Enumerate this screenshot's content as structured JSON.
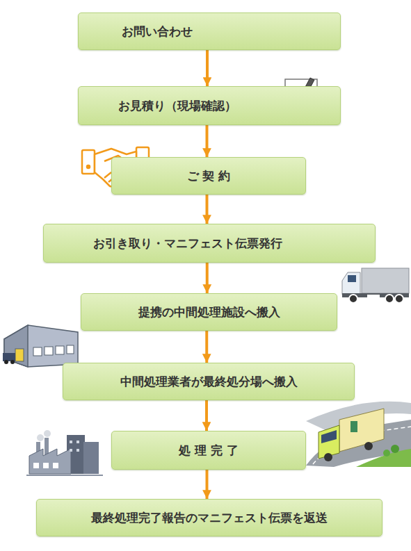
{
  "diagram": {
    "nodes": [
      {
        "text": [
          "お問い合わせ"
        ]
      },
      {
        "text": [
          "お見積り（現場確認）"
        ]
      },
      {
        "text": [
          "ご 契 約"
        ]
      },
      {
        "text": [
          "お引き取り・マニフェスト伝票発行"
        ]
      },
      {
        "text": [
          "提携の中間処理施設へ搬入"
        ]
      },
      {
        "text": [
          "中間処理業者が最終処分場へ搬入"
        ]
      },
      {
        "text": [
          "処 理 完 了"
        ]
      },
      {
        "text": [
          "最終処理完了報告のマニフェスト伝票を返送"
        ]
      }
    ],
    "edges": [
      {
        "from": 0,
        "to": 1,
        "arrow": "to"
      },
      {
        "from": 1,
        "to": 2,
        "arrow": "to"
      },
      {
        "from": 2,
        "to": 3,
        "arrow": "to"
      },
      {
        "from": 3,
        "to": 4,
        "arrow": "to"
      },
      {
        "from": 4,
        "to": 5,
        "arrow": "to"
      },
      {
        "from": 5,
        "to": 6,
        "arrow": "to"
      },
      {
        "from": 6,
        "to": 7,
        "arrow": "to"
      }
    ]
  }
}
